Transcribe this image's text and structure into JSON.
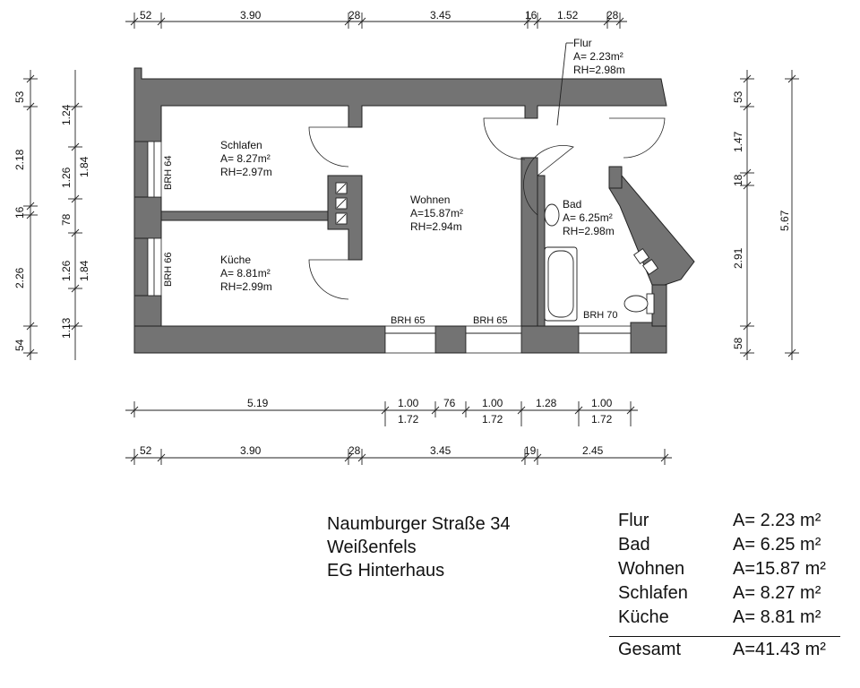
{
  "top_dims_1": [
    "52",
    "3.90",
    "28",
    "3.45",
    "16",
    "1.52",
    "28"
  ],
  "left_dims_outer": [
    "53",
    "2.18",
    "16",
    "2.26",
    "54"
  ],
  "left_dims_inner": [
    "1.24",
    "1.26",
    "78",
    "1.26",
    "1.13"
  ],
  "left_dims_inner2": [
    "1.84",
    "1.84"
  ],
  "right_dims_inner": [
    "53",
    "1.47",
    "18",
    "2.91",
    "58"
  ],
  "right_dims_total": "5.67",
  "bottom_dims_1_upper": [
    "5.19",
    "1.00",
    "76",
    "1.00",
    "1.28",
    "1.00"
  ],
  "bottom_dims_1_lower": [
    "1.72",
    "1.72",
    "1.72"
  ],
  "bottom_dims_2": [
    "52",
    "3.90",
    "28",
    "3.45",
    "19",
    "2.45"
  ],
  "rooms": {
    "flur": {
      "name": "Flur",
      "area": "A=  2.23m²",
      "height": "RH=2.98m"
    },
    "schlafen": {
      "name": "Schlafen",
      "area": "A=  8.27m²",
      "height": "RH=2.97m"
    },
    "wohnen": {
      "name": "Wohnen",
      "area": "A=15.87m²",
      "height": "RH=2.94m"
    },
    "bad": {
      "name": "Bad",
      "area": "A=  6.25m²",
      "height": "RH=2.98m"
    },
    "kueche": {
      "name": "Küche",
      "area": "A=  8.81m²",
      "height": "RH=2.99m"
    }
  },
  "brh": {
    "brh64": "BRH 64",
    "brh66": "BRH 66",
    "brh65a": "BRH 65",
    "brh65b": "BRH 65",
    "brh70": "BRH 70"
  },
  "address": {
    "line1": "Naumburger Straße 34",
    "line2": "Weißenfels",
    "line3": "EG Hinterhaus"
  },
  "area_table": [
    {
      "name": "Flur",
      "value": "A=  2.23 m²"
    },
    {
      "name": "Bad",
      "value": "A=  6.25 m²"
    },
    {
      "name": "Wohnen",
      "value": "A=15.87 m²"
    },
    {
      "name": "Schlafen",
      "value": "A=  8.27 m²"
    },
    {
      "name": "Küche",
      "value": "A=  8.81 m²"
    }
  ],
  "total": {
    "name": "Gesamt",
    "value": "A=41.43 m²"
  }
}
